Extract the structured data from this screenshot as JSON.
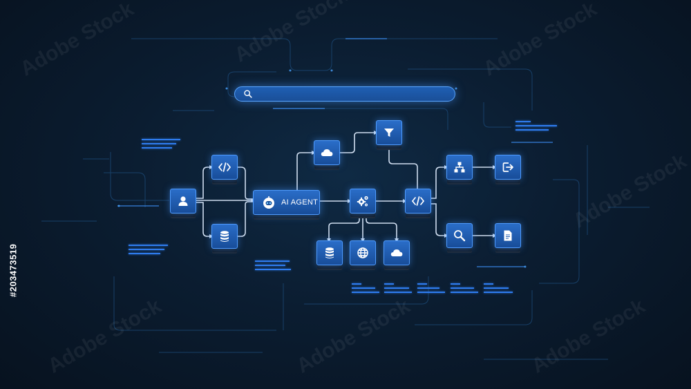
{
  "search": {
    "placeholder": ""
  },
  "agent": {
    "label": "AI AGENT"
  },
  "watermark": {
    "stock_id": "#203473519"
  },
  "stock_mark": {
    "text": "Adobe Stock"
  },
  "icons": {
    "user": "user-icon",
    "code_top": "code-icon",
    "database_left": "database-icon",
    "cloud_top": "cloud-icon",
    "filter": "filter-icon",
    "gears": "gears-icon",
    "database_bottom": "database-icon",
    "globe": "globe-icon",
    "cloud_bottom": "cloud-icon",
    "code_right": "code-icon",
    "hierarchy": "hierarchy-icon",
    "exit": "exit-icon",
    "magnifier": "search-icon",
    "document": "document-icon"
  },
  "colors": {
    "background": "#0b1d31",
    "node_fill": "#2a6dc8",
    "node_border": "#4e9bff",
    "wire": "#d0def0",
    "dash": "#2f7df0"
  }
}
